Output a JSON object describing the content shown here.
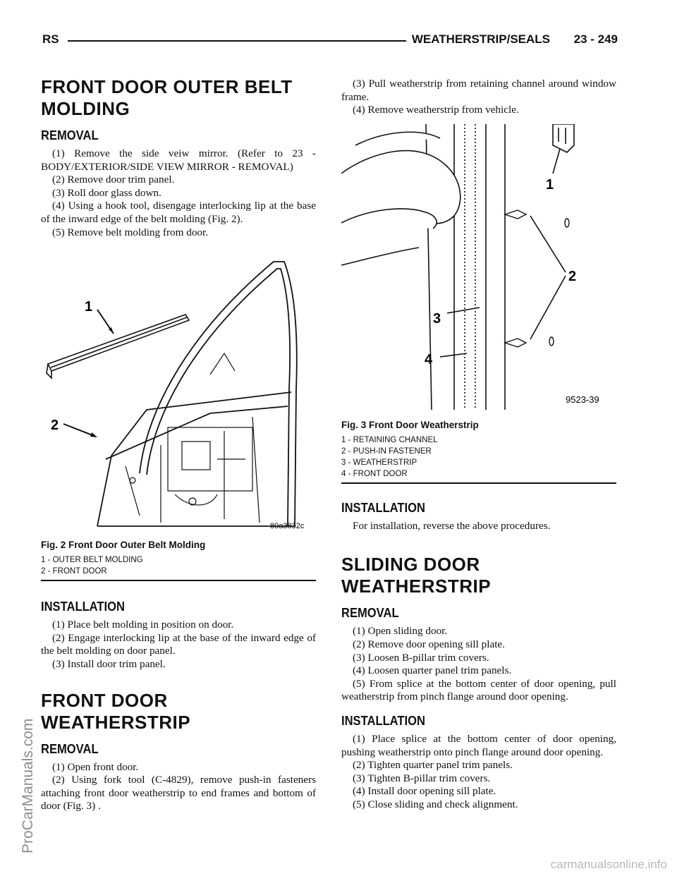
{
  "header": {
    "code": "RS",
    "section": "WEATHERSTRIP/SEALS",
    "page": "23 - 249"
  },
  "left": {
    "title": "FRONT DOOR OUTER BELT MOLDING",
    "removal_heading": "REMOVAL",
    "removal_steps": [
      "(1) Remove the side veiw mirror. (Refer to 23 - BODY/EXTERIOR/SIDE VIEW MIRROR - REMOVAL)",
      "(2) Remove door trim panel.",
      "(3) Roll door glass down.",
      "(4) Using a hook tool, disengage interlocking lip at the base of the inward edge of the belt molding (Fig. 2).",
      "(5) Remove belt molding from door."
    ],
    "fig2": {
      "code": "80a3832c",
      "caption": "Fig. 2 Front Door Outer Belt Molding",
      "callout_1": "1",
      "callout_2": "2",
      "legend": [
        "1 - OUTER BELT MOLDING",
        "2 - FRONT DOOR"
      ]
    },
    "installation_heading": "INSTALLATION",
    "installation_steps": [
      "(1) Place belt molding in position on door.",
      "(2) Engage interlocking lip at the base of the inward edge of the belt molding on door panel.",
      "(3) Install door trim panel."
    ],
    "title2": "FRONT DOOR WEATHERSTRIP",
    "removal2_heading": "REMOVAL",
    "removal2_steps": [
      "(1) Open front door.",
      "(2) Using fork tool (C-4829), remove push-in fasteners attaching front door weatherstrip to end frames and bottom of door (Fig. 3) ."
    ]
  },
  "right": {
    "cont_steps": [
      "(3) Pull weatherstrip from retaining channel around window frame.",
      "(4) Remove weatherstrip from vehicle."
    ],
    "fig3": {
      "code": "9523-39",
      "caption": "Fig. 3 Front Door Weatherstrip",
      "callout_1": "1",
      "callout_2": "2",
      "callout_3": "3",
      "callout_4": "4",
      "legend": [
        "1 - RETAINING CHANNEL",
        "2 - PUSH-IN FASTENER",
        "3 - WEATHERSTRIP",
        "4 - FRONT DOOR"
      ]
    },
    "installation_heading": "INSTALLATION",
    "installation_text": "For installation, reverse the above procedures.",
    "title3": "SLIDING DOOR WEATHERSTRIP",
    "removal_heading": "REMOVAL",
    "removal_steps": [
      "(1) Open sliding door.",
      "(2) Remove door opening sill plate.",
      "(3) Loosen B-pillar trim covers.",
      "(4) Loosen quarter panel trim panels.",
      "(5) From splice at the bottom center of door opening, pull weatherstrip from pinch flange around door opening."
    ],
    "installation2_heading": "INSTALLATION",
    "installation2_steps": [
      "(1) Place splice at the bottom center of door opening, pushing weatherstrip onto pinch flange around door opening.",
      "(2) Tighten quarter panel trim panels.",
      "(3) Tighten B-pillar trim covers.",
      "(4) Install door opening sill plate.",
      "(5) Close sliding and check alignment."
    ]
  },
  "watermark_side": "ProCarManuals.com",
  "watermark_footer": "carmanualsonline.info"
}
